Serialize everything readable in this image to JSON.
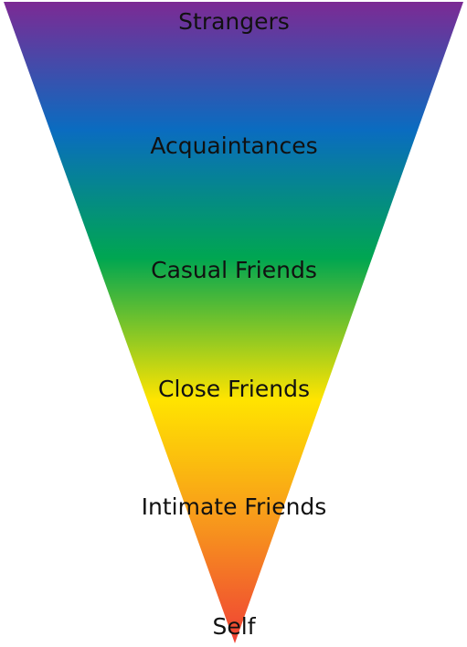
{
  "levels": [
    {
      "label": "Strangers"
    },
    {
      "label": "Acquaintances"
    },
    {
      "label": "Casual Friends"
    },
    {
      "label": "Close Friends"
    },
    {
      "label": "Intimate Friends"
    },
    {
      "label": "Self"
    }
  ],
  "colors": {
    "gradient": [
      "#7c2a94",
      "#0a6cc0",
      "#00a651",
      "#ffe400",
      "#f7941d",
      "#ef4135"
    ],
    "text": "#111111"
  }
}
